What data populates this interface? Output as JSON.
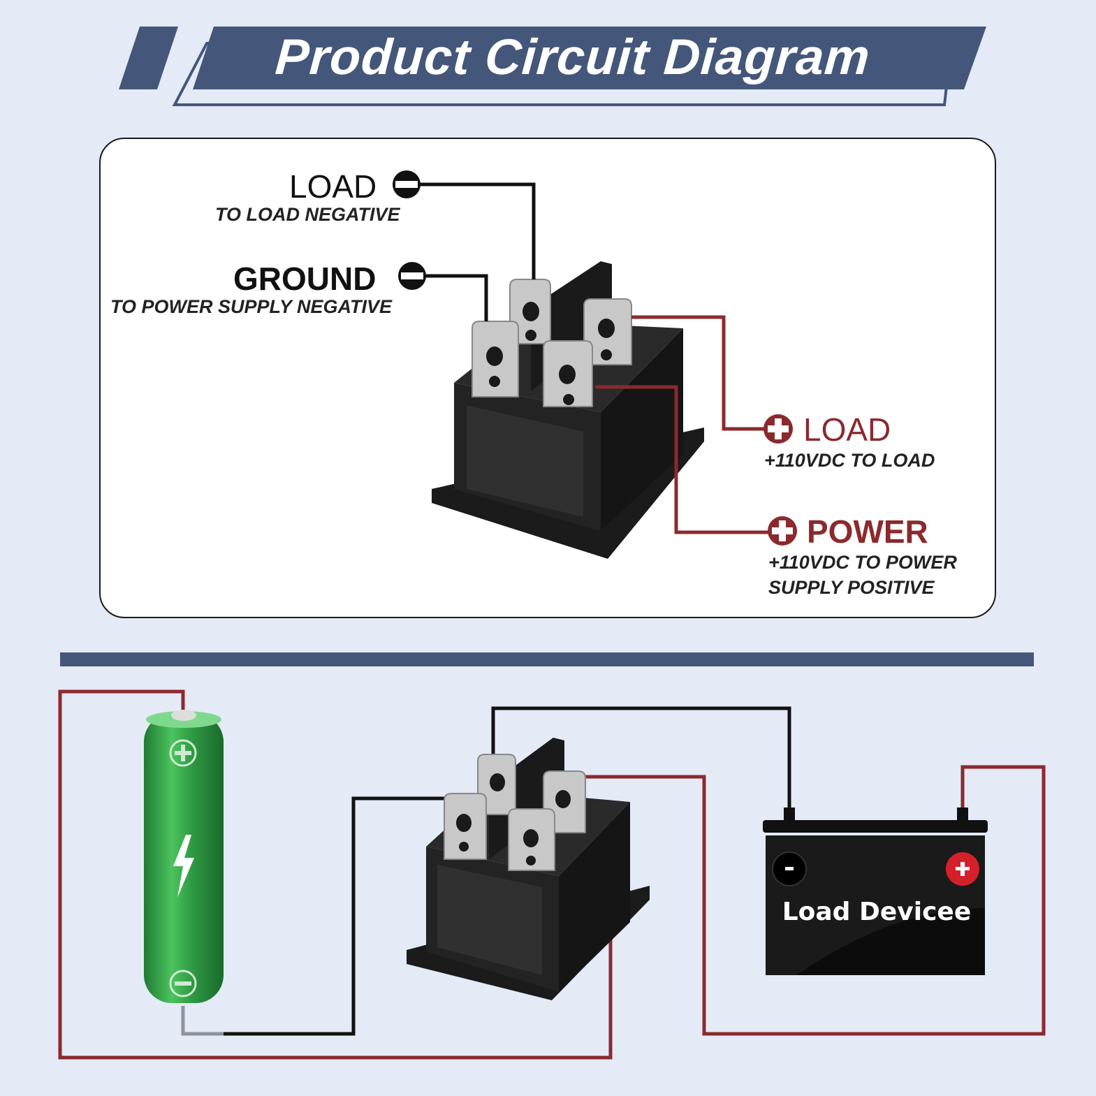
{
  "title": "Product Circuit Diagram",
  "colors": {
    "background": "#e4eaf6",
    "banner": "#44577a",
    "panel": "#ffffff",
    "negative_wire": "#111111",
    "positive_wire": "#8b2a2e",
    "battery_green": "#2f9a43",
    "load_device_body": "#1a1a1a"
  },
  "top_diagram": {
    "load_negative": {
      "title": "LOAD",
      "subtitle": "TO LOAD NEGATIVE",
      "polarity_icon": "minus-circle-icon"
    },
    "ground": {
      "title": "GROUND",
      "subtitle": "TO POWER SUPPLY NEGATIVE",
      "polarity_icon": "minus-circle-icon"
    },
    "load_positive": {
      "title": "LOAD",
      "subtitle": "+110VDC TO LOAD",
      "polarity_icon": "plus-circle-icon"
    },
    "power": {
      "title": "POWER",
      "subtitle_line1": "+110VDC TO POWER",
      "subtitle_line2": "SUPPLY POSITIVE",
      "polarity_icon": "plus-circle-icon"
    }
  },
  "bottom_diagram": {
    "battery": {
      "positive_symbol": "+",
      "negative_symbol": "−",
      "icon": "lightning-bolt-icon"
    },
    "load_device": {
      "label": "Load Devicee",
      "negative_symbol": "-",
      "positive_symbol": "+"
    }
  }
}
